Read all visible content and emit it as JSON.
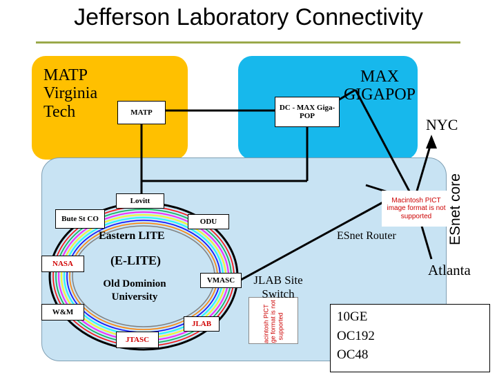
{
  "title": "Jefferson Laboratory Connectivity",
  "regions": {
    "matp_virginia_tech": "MATP Virginia Tech",
    "max_gigapop": "MAX GIGAPOP",
    "eastern_lite": "Eastern LITE",
    "e_lite": "(E-LITE)",
    "old_dominion": "Old Dominion University"
  },
  "nodes": {
    "matp": "MATP",
    "dc_max": "DC - MAX Giga-POP",
    "lovitt": "Lovitt",
    "bute_st": "Bute St CO",
    "odu": "ODU",
    "nasa": "NASA",
    "vmasc": "VMASC",
    "wm": "W&M",
    "jlab": "JLAB",
    "jtasc": "JTASC"
  },
  "labels": {
    "nyc": "NYC",
    "esnet_core": "ESnet core",
    "esnet_router": "ESnet Router",
    "atlanta": "Atlanta",
    "jlab_site_switch": "JLAB Site Switch"
  },
  "placeholders": {
    "pict_router": "Macintosh PICT image format is not supported",
    "pict_switch": "Macintosh PICT image format is not supported"
  },
  "legend": {
    "items": [
      "10GE",
      "OC192",
      "OC48"
    ]
  }
}
